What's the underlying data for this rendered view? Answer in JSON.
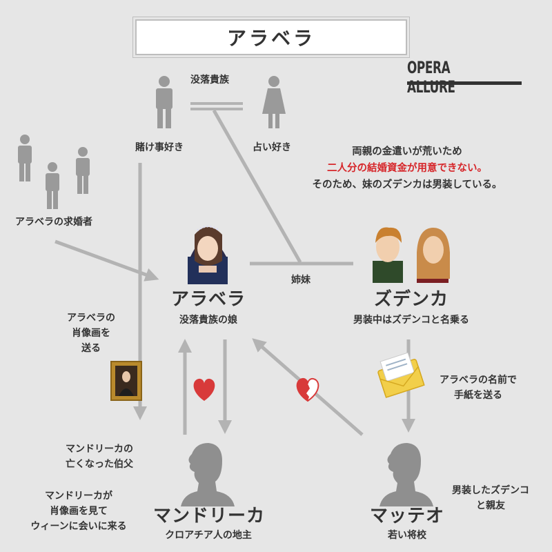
{
  "title": "アラベラ",
  "logo": "OPERA ALLURE",
  "parents": {
    "relation": "没落貴族",
    "father_label": "賭け事好き",
    "mother_label": "占い好き"
  },
  "note": {
    "line1": "両親の金遣いが荒いため",
    "line2": "二人分の結婚資金が用意できない。",
    "line3": "そのため、妹のズデンカは男装している。"
  },
  "suitors": {
    "label": "アラベラの求婚者"
  },
  "arabella": {
    "name": "アラベラ",
    "subtitle": "没落貴族の娘"
  },
  "sisters": {
    "label": "姉妹"
  },
  "zdenka": {
    "name": "ズデンカ",
    "subtitle": "男装中はズデンコと名乗る"
  },
  "portrait_note": {
    "line1": "アラベラの",
    "line2": "肖像画を",
    "line3": "送る"
  },
  "letter_note": {
    "line1": "アラベラの名前で",
    "line2": "手紙を送る"
  },
  "uncle_note": {
    "line1": "マンドリーカの",
    "line2": "亡くなった伯父"
  },
  "mandryka_note": {
    "line1": "マンドリーカが",
    "line2": "肖像画を見て",
    "line3": "ウィーンに会いに来る"
  },
  "mandryka": {
    "name": "マンドリーカ",
    "subtitle": "クロアチア人の地主"
  },
  "matteo": {
    "name": "マッテオ",
    "subtitle": "若い将校"
  },
  "friend_note": {
    "line1": "男装したズデンコ",
    "line2": "と親友"
  },
  "colors": {
    "arrow": "#b3b3b3",
    "figure": "#9a9a9a",
    "heart": "#d83a3a",
    "highlight": "#d6262a",
    "silhouette": "#8f8f8f"
  }
}
